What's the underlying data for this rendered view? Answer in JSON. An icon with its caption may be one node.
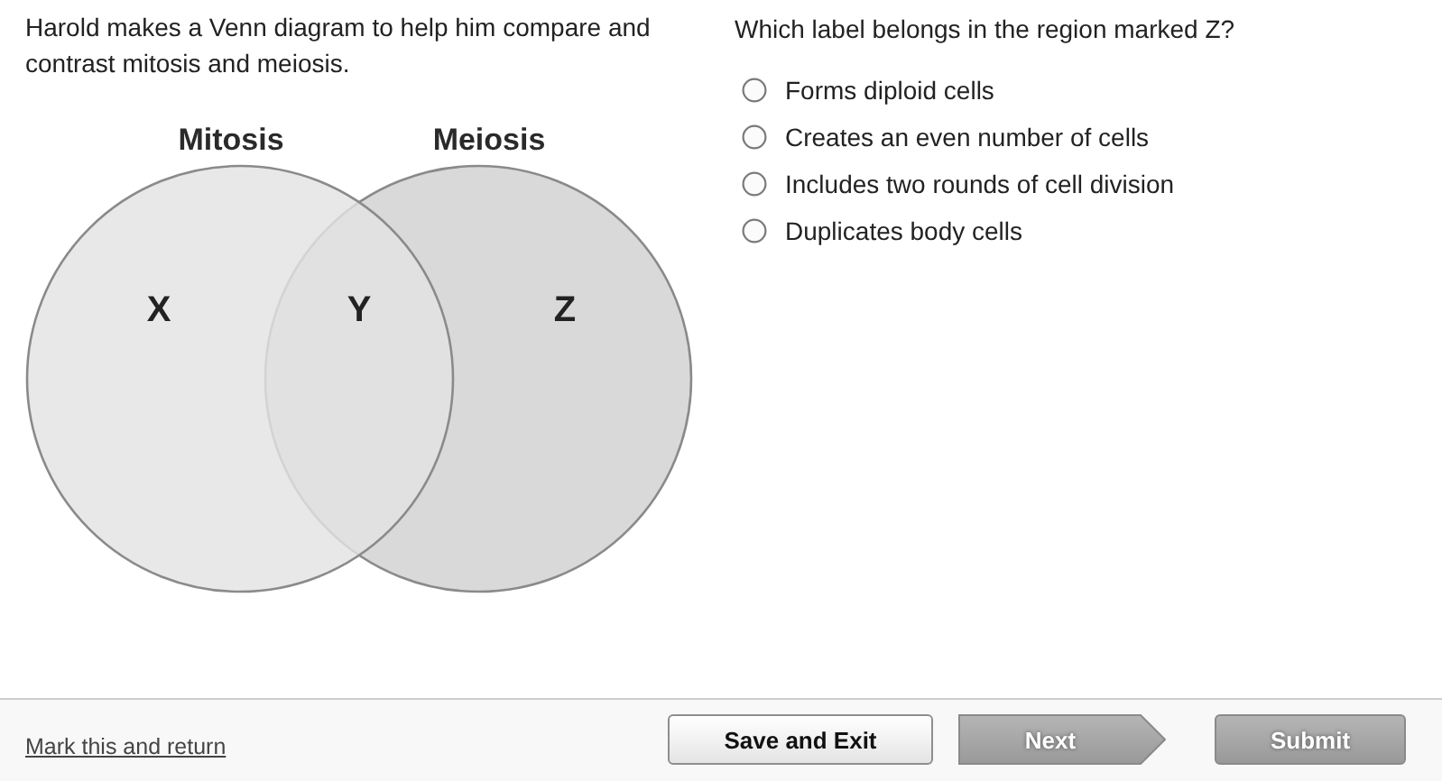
{
  "diagram": {
    "nodes": [
      {
        "text": [
          "Mitosis",
          "X"
        ]
      },
      {
        "text": [
          "Meiosis",
          "Z"
        ]
      }
    ],
    "labels": [
      "Harold makes a Venn diagram to help him compare and contrast mitosis and meiosis.",
      "Y",
      "Which label belongs in the region marked Z?",
      "Forms diploid cells",
      "Creates an even number of cells",
      "Includes two rounds of cell division",
      "Duplicates body cells",
      "Mark this and return",
      "Save and Exit",
      "Next",
      "Submit"
    ]
  }
}
